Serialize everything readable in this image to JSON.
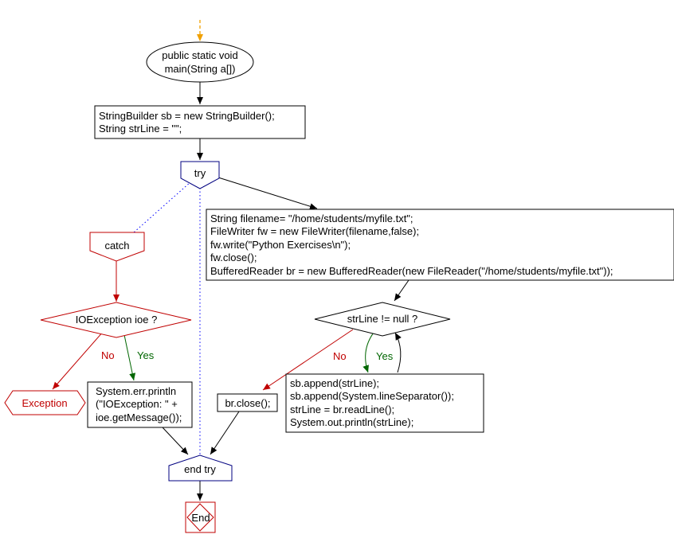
{
  "start_node": {
    "lines": [
      "public static void",
      "main(String a[])"
    ]
  },
  "init_block": {
    "lines": [
      "StringBuilder sb = new StringBuilder();",
      "String strLine = \"\";"
    ]
  },
  "try_node": {
    "label": "try"
  },
  "try_block": {
    "lines": [
      "String filename= \"/home/students/myfile.txt\";",
      "FileWriter fw = new FileWriter(filename,false);",
      "fw.write(\"Python Exercises\\n\");",
      "fw.close();",
      "BufferedReader br = new BufferedReader(new FileReader(\"/home/students/myfile.txt\"));"
    ]
  },
  "catch_node": {
    "label": "catch"
  },
  "catch_condition": {
    "label": "IOException ioe ?"
  },
  "catch_no_label": "No",
  "catch_yes_label": "Yes",
  "exception_node": {
    "label": "Exception"
  },
  "catch_block": {
    "lines": [
      "System.err.println",
      "(\"IOException: \" +",
      "ioe.getMessage());"
    ]
  },
  "loop_condition": {
    "label": "strLine != null ?"
  },
  "loop_no_label": "No",
  "loop_yes_label": "Yes",
  "loop_body": {
    "lines": [
      "sb.append(strLine);",
      "sb.append(System.lineSeparator());",
      "strLine = br.readLine();",
      "System.out.println(strLine);"
    ]
  },
  "close_block": {
    "label": "br.close();"
  },
  "end_try_node": {
    "label": "end try"
  },
  "end_node": {
    "label": "End"
  },
  "colors": {
    "start_arrow": "#f0a000",
    "node_border": "#000080",
    "catch_red": "#c00000",
    "yes_green": "#006600",
    "dotted_blue": "#0000ff"
  }
}
